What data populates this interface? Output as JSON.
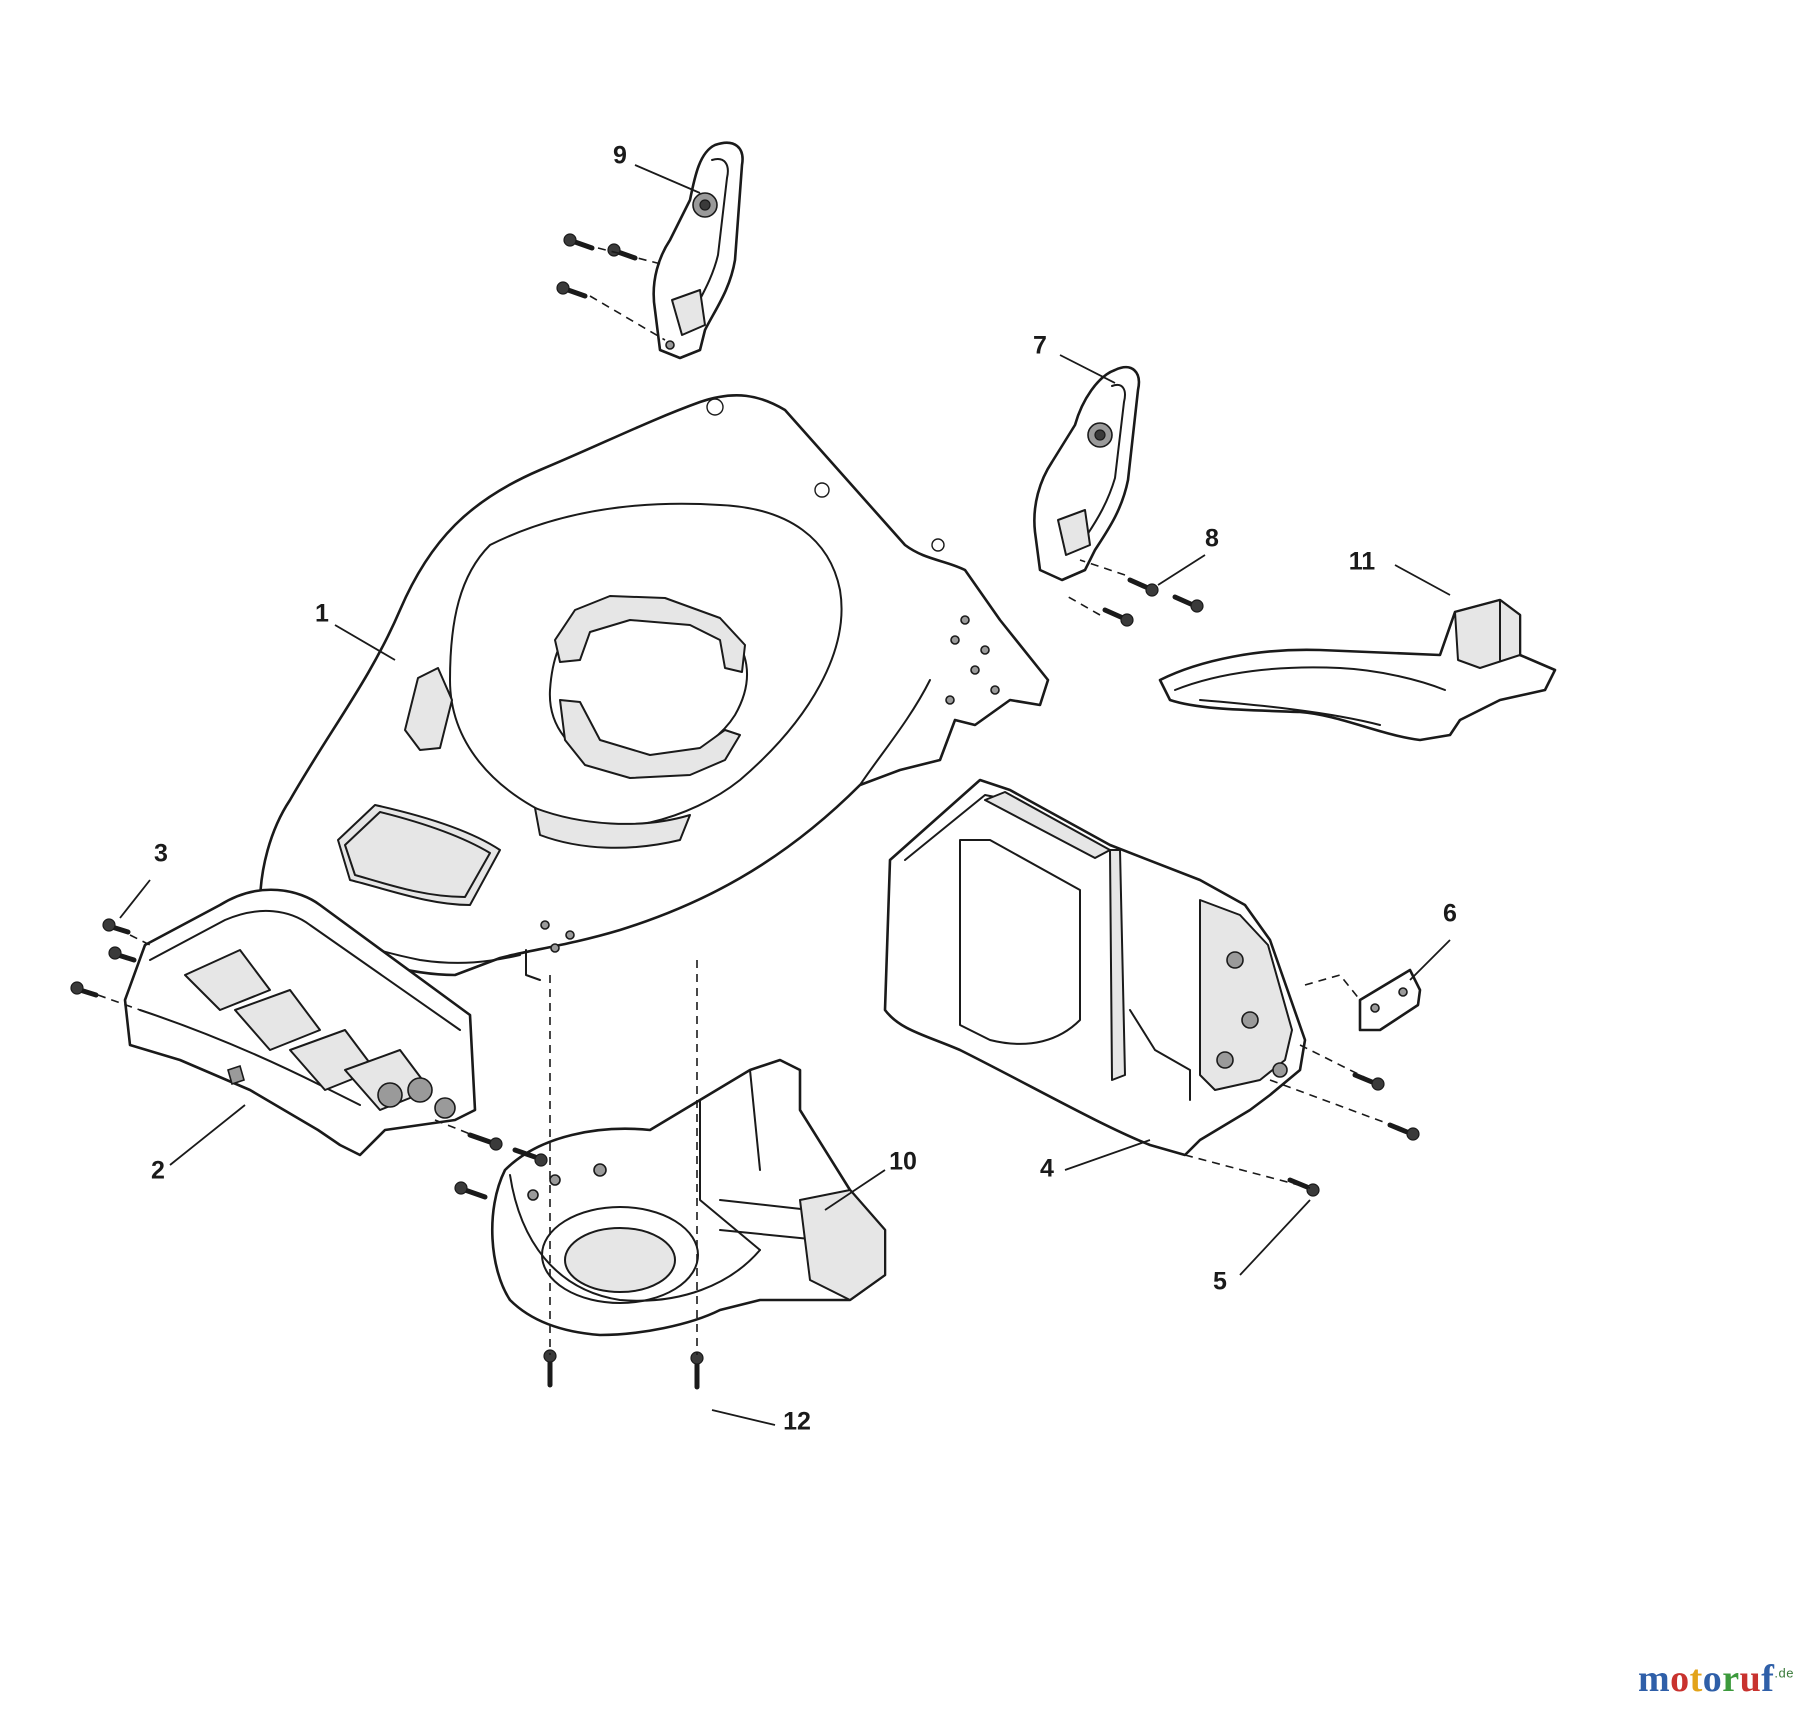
{
  "callouts": [
    {
      "id": "1",
      "label": "1"
    },
    {
      "id": "2",
      "label": "2"
    },
    {
      "id": "3",
      "label": "3"
    },
    {
      "id": "4",
      "label": "4"
    },
    {
      "id": "5",
      "label": "5"
    },
    {
      "id": "6",
      "label": "6"
    },
    {
      "id": "7",
      "label": "7"
    },
    {
      "id": "8",
      "label": "8"
    },
    {
      "id": "9",
      "label": "9"
    },
    {
      "id": "10",
      "label": "10"
    },
    {
      "id": "11",
      "label": "11"
    },
    {
      "id": "12",
      "label": "12"
    }
  ],
  "watermark": {
    "letters": [
      {
        "char": "m",
        "color": "#2f5fa8"
      },
      {
        "char": "o",
        "color": "#c8322e"
      },
      {
        "char": "t",
        "color": "#e3a319"
      },
      {
        "char": "o",
        "color": "#2f5fa8"
      },
      {
        "char": "r",
        "color": "#3c9a3c"
      },
      {
        "char": "u",
        "color": "#c8322e"
      },
      {
        "char": "f",
        "color": "#2f5fa8"
      }
    ],
    "suffix": ".de"
  }
}
